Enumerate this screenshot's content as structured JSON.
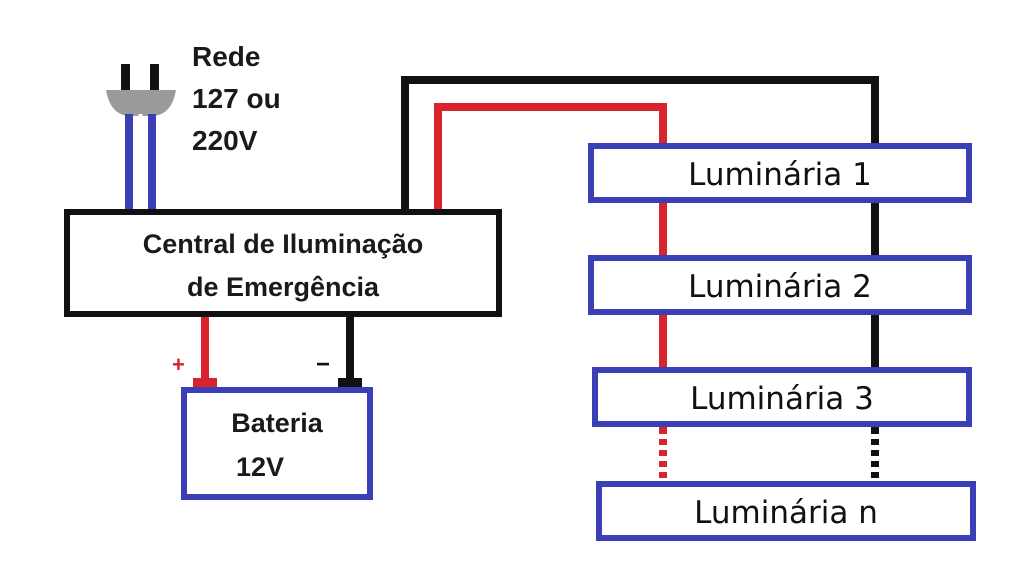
{
  "mains": {
    "label_line1": "Rede",
    "label_line2": "127 ou",
    "label_line3": "220V"
  },
  "central": {
    "label_line1": "Central de Iluminação",
    "label_line2": "de Emergência"
  },
  "battery": {
    "label_line1": "Bateria",
    "label_line2": "12V",
    "positive_sign": "+",
    "negative_sign": "−"
  },
  "luminaires": [
    {
      "label": "Luminária 1"
    },
    {
      "label": "Luminária 2"
    },
    {
      "label": "Luminária 3"
    },
    {
      "label": "Luminária n"
    }
  ],
  "colors": {
    "box_border": "#3b3fb5",
    "positive_wire": "#d9232e",
    "negative_wire": "#111111",
    "plug_body": "#9a9a9a"
  }
}
